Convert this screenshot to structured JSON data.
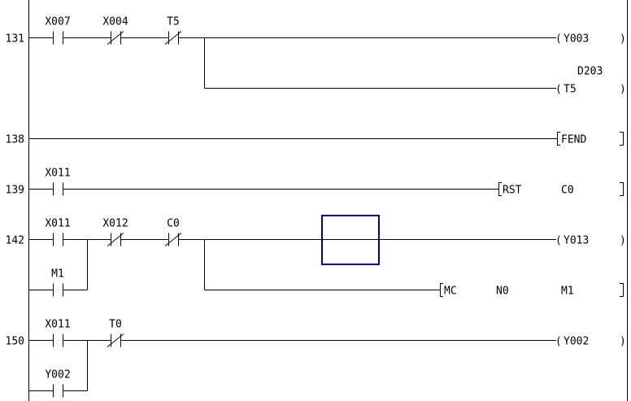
{
  "rungs": [
    {
      "step": "131",
      "row": 0,
      "contacts": [
        {
          "label": "X007",
          "type": "no",
          "col": 0
        },
        {
          "label": "X004",
          "type": "nc",
          "col": 1
        },
        {
          "label": "T5",
          "type": "nc",
          "col": 2
        }
      ],
      "outputs": [
        {
          "kind": "coil",
          "text": "Y003",
          "row": 0
        },
        {
          "kind": "coil",
          "text": "T5",
          "param": "D203",
          "row": 1
        }
      ],
      "branch_out": true
    },
    {
      "step": "138",
      "row": 2,
      "contacts": [],
      "outputs": [
        {
          "kind": "inst",
          "text": "FEND",
          "row": 2
        }
      ]
    },
    {
      "step": "139",
      "row": 3,
      "contacts": [
        {
          "label": "X011",
          "type": "no",
          "col": 0
        }
      ],
      "outputs": [
        {
          "kind": "inst",
          "text": "RST",
          "args": [
            "C0"
          ],
          "start": "rst",
          "row": 3
        }
      ]
    },
    {
      "step": "142",
      "row": 4,
      "contacts": [
        {
          "label": "X011",
          "type": "no",
          "col": 0
        },
        {
          "label": "X012",
          "type": "nc",
          "col": 1
        },
        {
          "label": "C0",
          "type": "nc",
          "col": 2
        }
      ],
      "parallel": [
        {
          "label": "M1",
          "type": "no",
          "col": 0,
          "row": 5
        }
      ],
      "outputs": [
        {
          "kind": "coil",
          "text": "Y013",
          "row": 4
        },
        {
          "kind": "inst",
          "text": "MC",
          "args": [
            "N0",
            "M1"
          ],
          "start": "mc",
          "row": 5
        }
      ],
      "branch_out": true,
      "cursor": true
    },
    {
      "step": "150",
      "row": 6,
      "contacts": [
        {
          "label": "X011",
          "type": "no",
          "col": 0
        },
        {
          "label": "T0",
          "type": "nc",
          "col": 1
        }
      ],
      "parallel": [
        {
          "label": "Y002",
          "type": "no",
          "col": 0,
          "row": 7
        }
      ],
      "outputs": [
        {
          "kind": "coil",
          "text": "Y002",
          "row": 6
        }
      ]
    }
  ],
  "colors": {
    "cursor": "#000080",
    "line": "#000000"
  }
}
